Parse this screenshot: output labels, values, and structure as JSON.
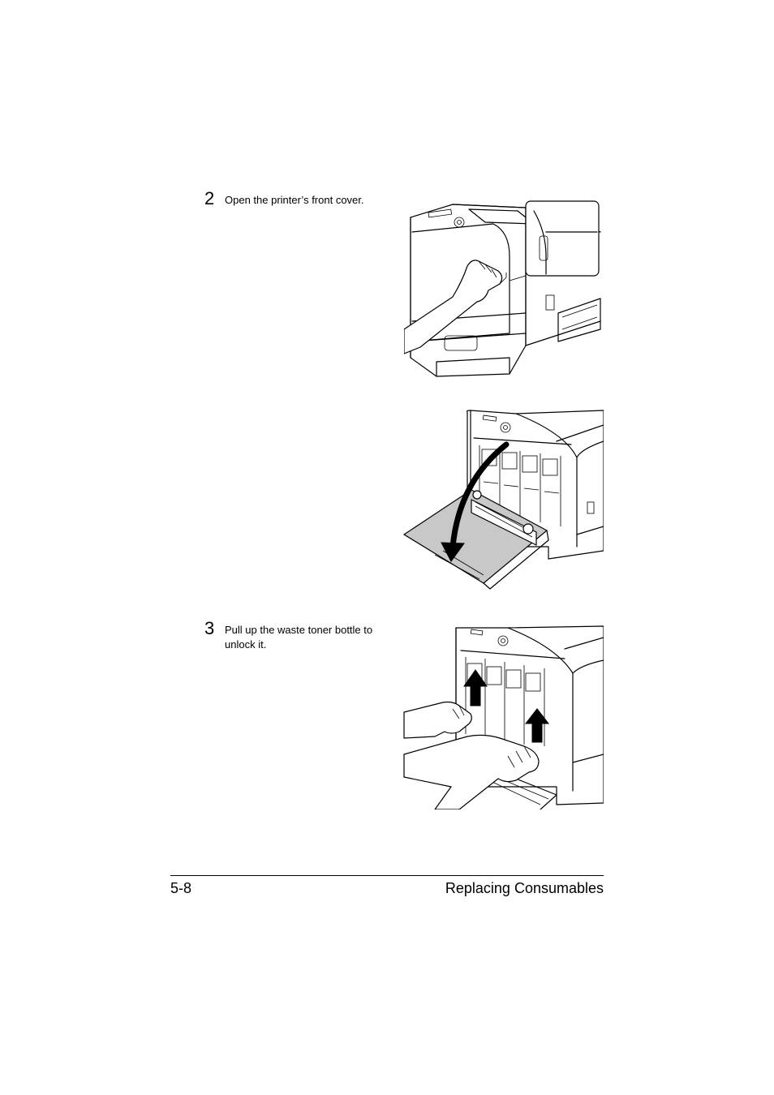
{
  "steps": [
    {
      "number": "2",
      "lines": [
        "Open the printer’s front cover."
      ]
    },
    {
      "number": "3",
      "lines": [
        "Pull up the waste toner bottle to",
        "unlock it."
      ]
    }
  ],
  "footer": {
    "page_number": "5-8",
    "section_title": "Replacing Consumables"
  }
}
